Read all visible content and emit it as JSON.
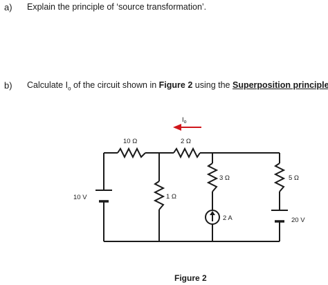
{
  "question_a": {
    "label": "a)",
    "text": "Explain the principle of ‘source transformation’."
  },
  "question_b": {
    "label": "b)",
    "text_prefix": "Calculate I",
    "text_sub": "o",
    "text_mid": " of the circuit shown in ",
    "figure_ref": "Figure 2",
    "text_mid2": " using the ",
    "principle": "Superposition principle",
    "text_end": "."
  },
  "circuit": {
    "current_label": "I",
    "current_sub": "o",
    "r1": "10 Ω",
    "r2": "2 Ω",
    "r3": "3 Ω",
    "r4": "1 Ω",
    "r5": "5 Ω",
    "v1": "10 V",
    "v2": "20 V",
    "i1": "2 A",
    "arrow_color": "#d0161b"
  },
  "figure_caption": "Figure 2"
}
